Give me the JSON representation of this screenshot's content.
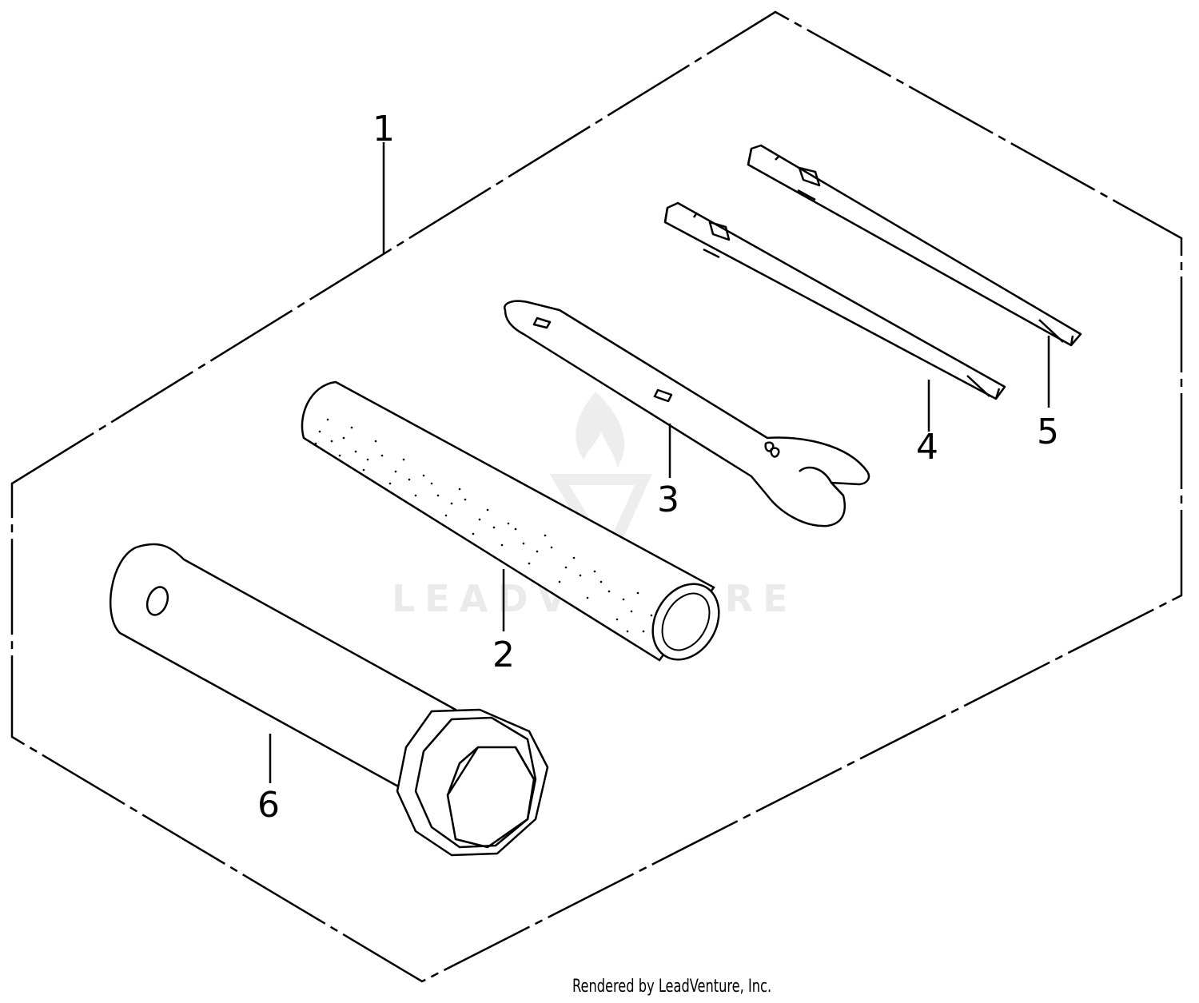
{
  "diagram": {
    "callouts": [
      {
        "label": "1"
      },
      {
        "label": "2"
      },
      {
        "label": "3"
      },
      {
        "label": "4"
      },
      {
        "label": "5"
      },
      {
        "label": "6"
      }
    ],
    "watermark": "LEADVENTURE",
    "colors": {
      "line": "#000000",
      "watermark": "#e8e8e8",
      "background": "#ffffff"
    }
  },
  "footer": {
    "credit": "Rendered by LeadVenture, Inc."
  }
}
